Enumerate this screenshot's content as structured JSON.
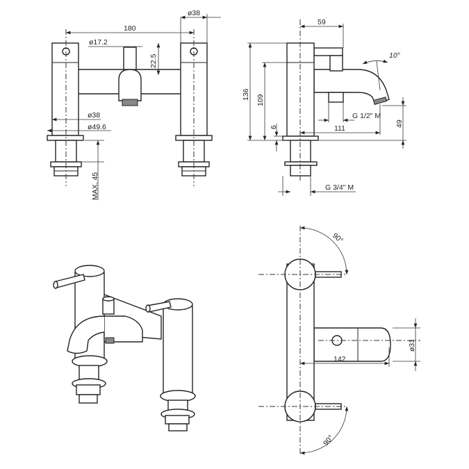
{
  "front_view": {
    "overall_width": "180",
    "pillar_diameter": "ø38",
    "spout_diameter": "ø17.2",
    "spout_neck_height": "22.5",
    "body_diameter": "ø38",
    "flange_diameter": "ø49.6",
    "max_deck_thickness": "MAX. 45"
  },
  "side_view": {
    "handle_offset": "59",
    "angle": "10°",
    "overall_height": "136",
    "body_height": "109",
    "flange_height": "6",
    "shower_outlet_thread": "G 1/2\" M",
    "spout_reach": "111",
    "spout_height": "49",
    "inlet_thread": "G 3/4\" M"
  },
  "plan_view": {
    "rotation_top": "90°",
    "rotation_bottom": "90°",
    "spout_diameter": "ø31",
    "spout_projection": "142"
  }
}
